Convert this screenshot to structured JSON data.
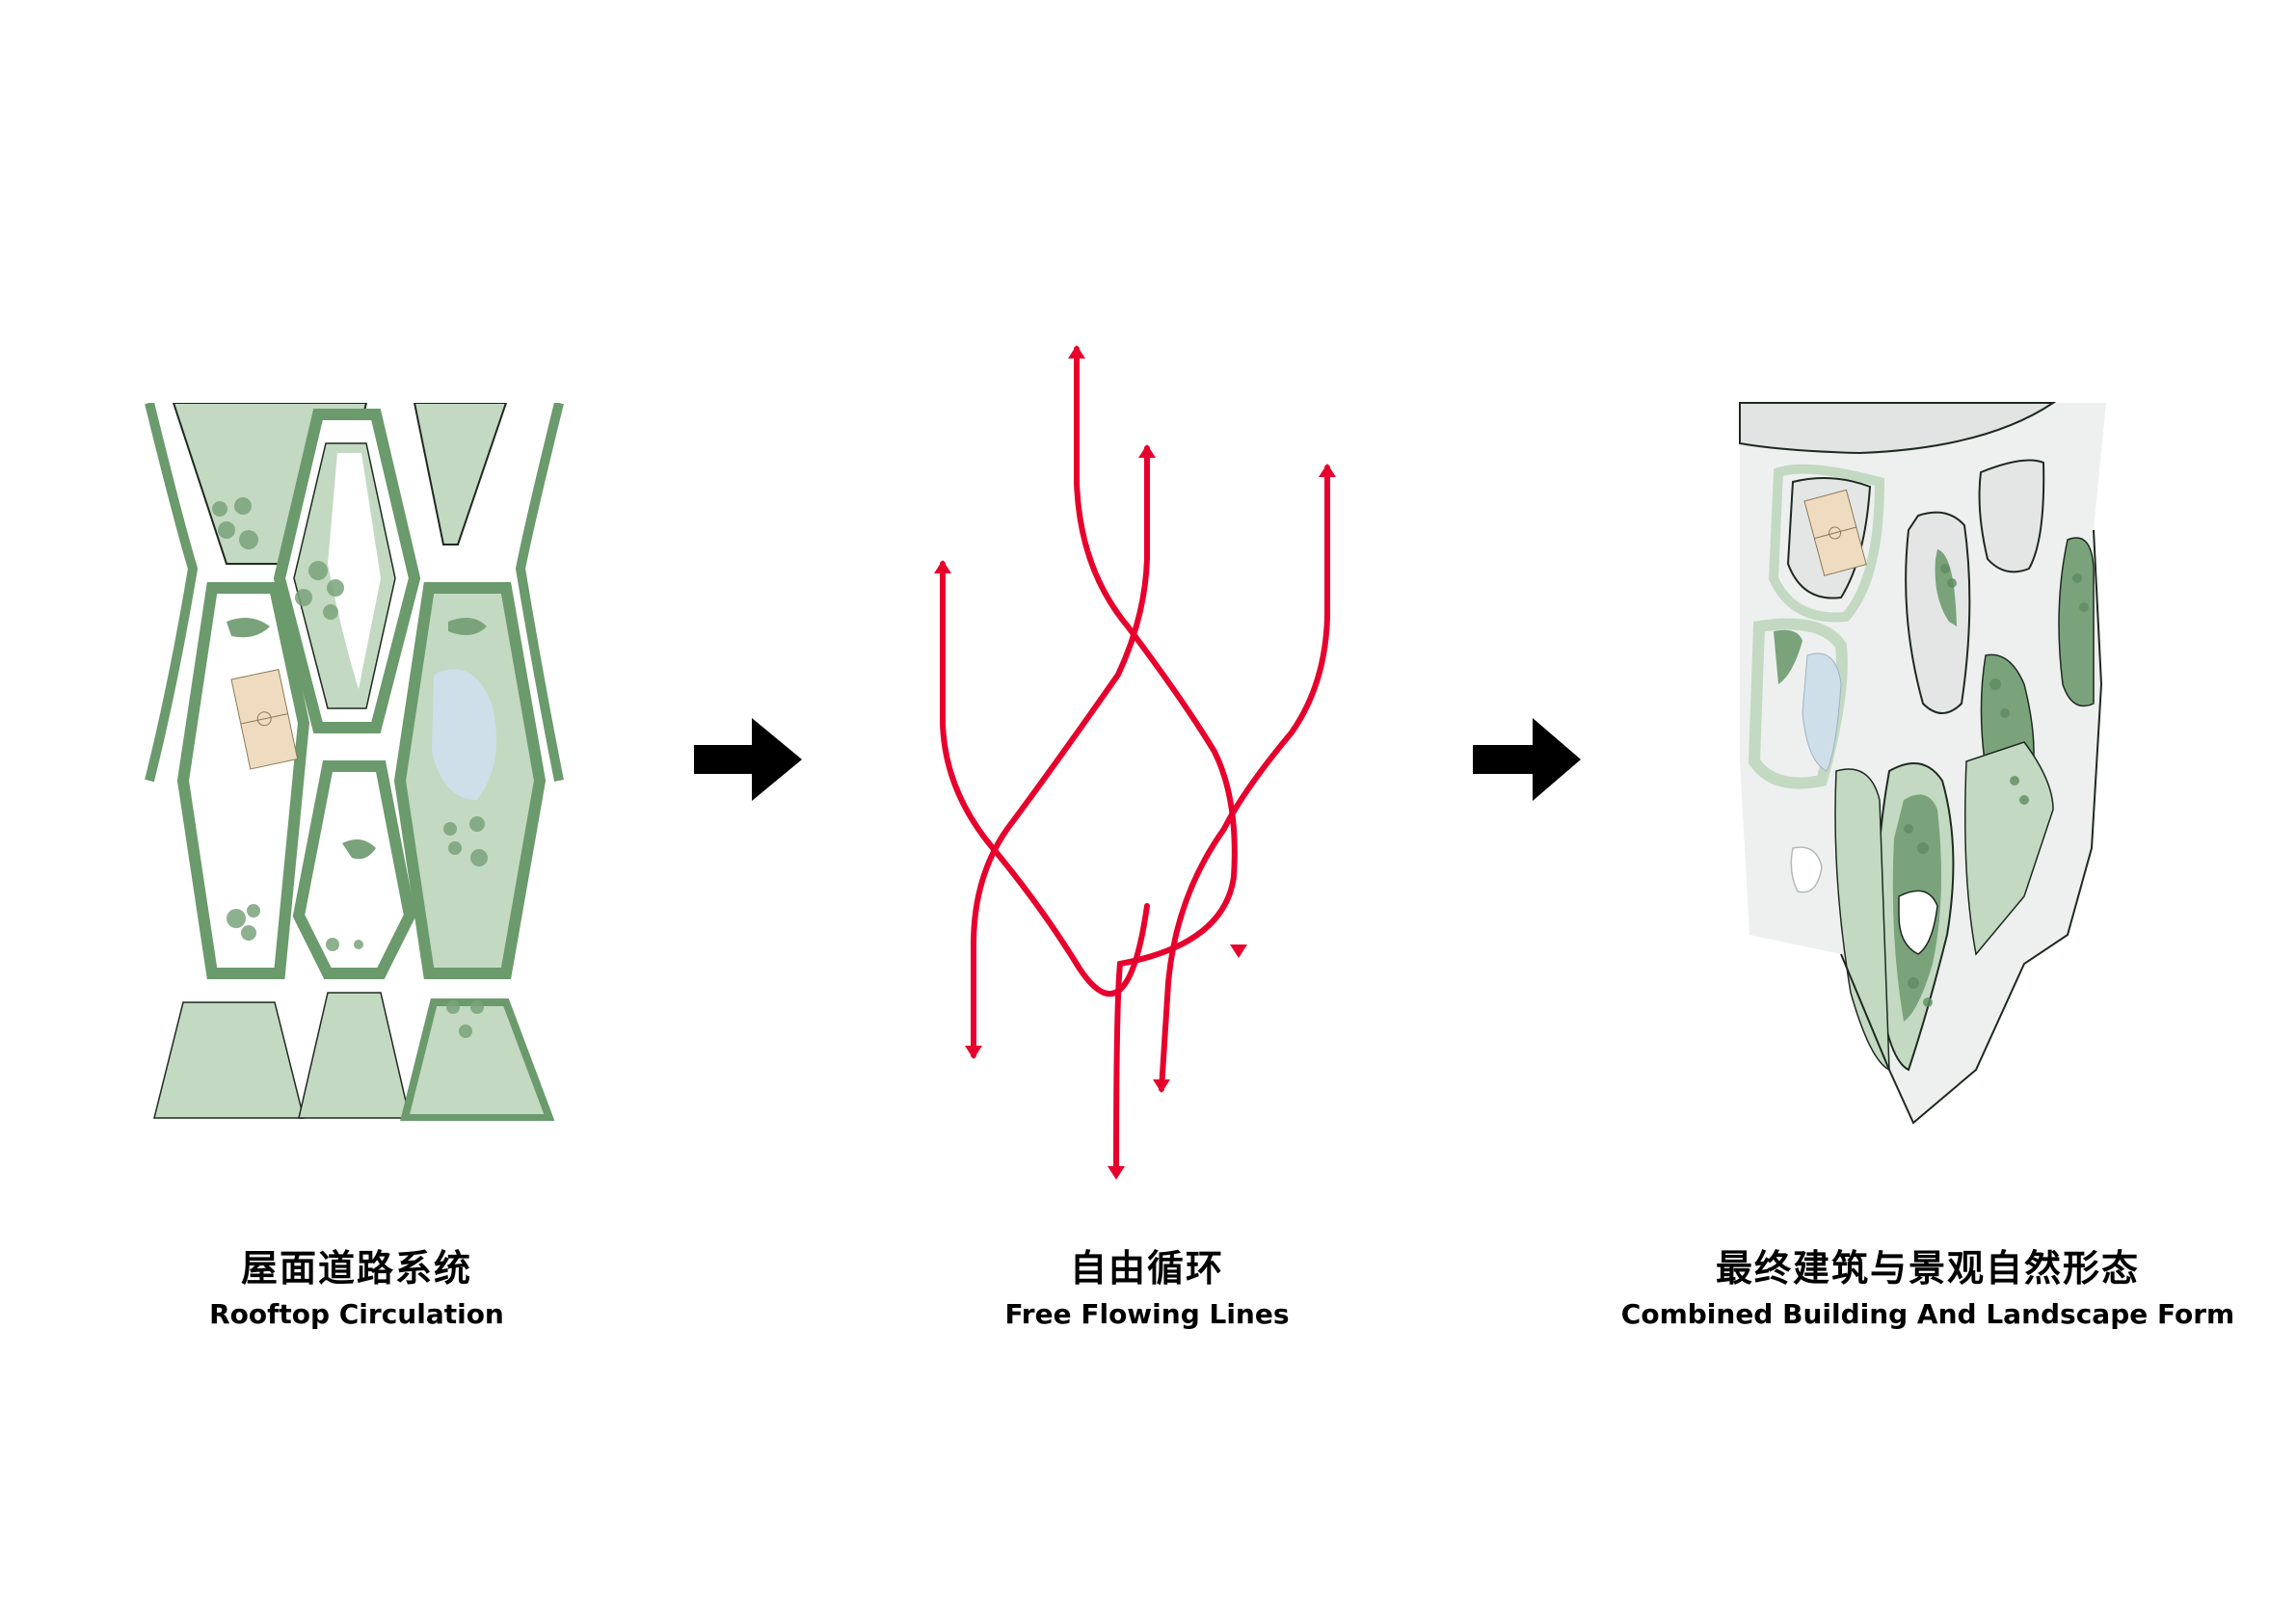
{
  "colors": {
    "background": "#ffffff",
    "green_dark": "#6b9a6c",
    "green_light": "#c3d9c2",
    "green_tree": "#7aa37b",
    "path_grey": "#e6e8e8",
    "water": "#cfdfe9",
    "court": "#efdcc0",
    "flow_red": "#e8002d",
    "arrow_black": "#000000",
    "outline": "#1e2a1f"
  },
  "stages": [
    {
      "id": "rooftop",
      "title_zh": "屋面道路系统",
      "title_en": "Rooftop Circulation",
      "illustration": "hexagonal-rooftop-plan"
    },
    {
      "id": "flow",
      "title_zh": "自由循环",
      "title_en": "Free Flowing Lines",
      "illustration": "intertwined-red-arrow-lines"
    },
    {
      "id": "final",
      "title_zh": "最终建筑与景观自然形态",
      "title_en": "Combined Building And Landscape Form",
      "illustration": "organic-building-landscape-plan"
    }
  ],
  "transitions": [
    {
      "icon": "right-arrow-icon"
    },
    {
      "icon": "right-arrow-icon"
    }
  ]
}
